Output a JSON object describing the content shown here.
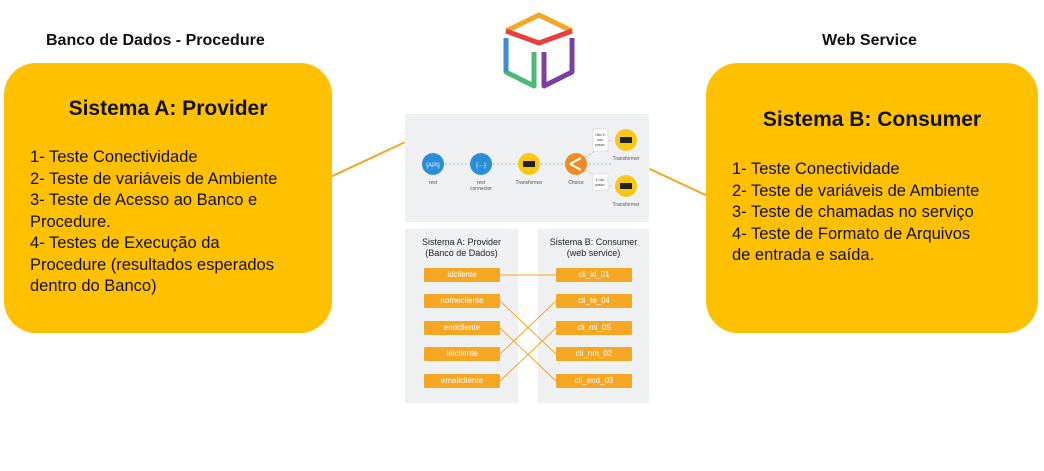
{
  "left": {
    "heading": "Banco de Dados - Procedure",
    "card_title": "Sistema A: Provider",
    "items": [
      "1- Teste Conectividade",
      "2- Teste de variáveis de Ambiente",
      "3- Teste de Acesso ao Banco e",
      "Procedure.",
      "4- Testes de Execução da",
      "Procedure (resultados esperados",
      "dentro do Banco)"
    ]
  },
  "right": {
    "heading": "Web Service",
    "card_title": "Sistema B: Consumer",
    "items": [
      "1- Teste Conectividade",
      "2- Teste de variáveis de Ambiente",
      "3- Teste de chamadas no serviço",
      "4- Teste de Formato de Arquivos",
      "de entrada e saída."
    ]
  },
  "logo": {
    "icon": "cube-logo-icon",
    "colors": [
      "#F5A623",
      "#E8403C",
      "#7B3FA0",
      "#3A8FD0",
      "#4CB878"
    ]
  },
  "flow": {
    "nodes": [
      {
        "icon": "api-icon",
        "label": "rest"
      },
      {
        "icon": "code-icon",
        "label": "rest\nconnector"
      },
      {
        "icon": "transformer-icon",
        "label": "Transformer"
      },
      {
        "icon": "choice-icon",
        "label": "Choice"
      }
    ],
    "branch_labels": [
      "Não é\nnão\npassív",
      "é não\npassív"
    ],
    "branch_nodes": [
      "Transformer",
      "Transformer"
    ],
    "colors": {
      "blue": "#2A8FD7",
      "yellow": "#F9C715",
      "orange": "#F08A24"
    }
  },
  "mapping": {
    "left_title": "Sistema A: Provider\n(Banco de Dados)",
    "right_title": "Sistema B: Consumer\n(web service)",
    "left_fields": [
      "idcliente",
      "nomecliente",
      "endcliente",
      "telcliente",
      "emailcliente"
    ],
    "right_fields": [
      "cli_id_01",
      "cli_te_04",
      "cli_ml_05",
      "cli_nm_02",
      "cli_end_03"
    ],
    "links": [
      [
        0,
        0
      ],
      [
        1,
        3
      ],
      [
        2,
        4
      ],
      [
        3,
        1
      ],
      [
        4,
        2
      ]
    ]
  }
}
